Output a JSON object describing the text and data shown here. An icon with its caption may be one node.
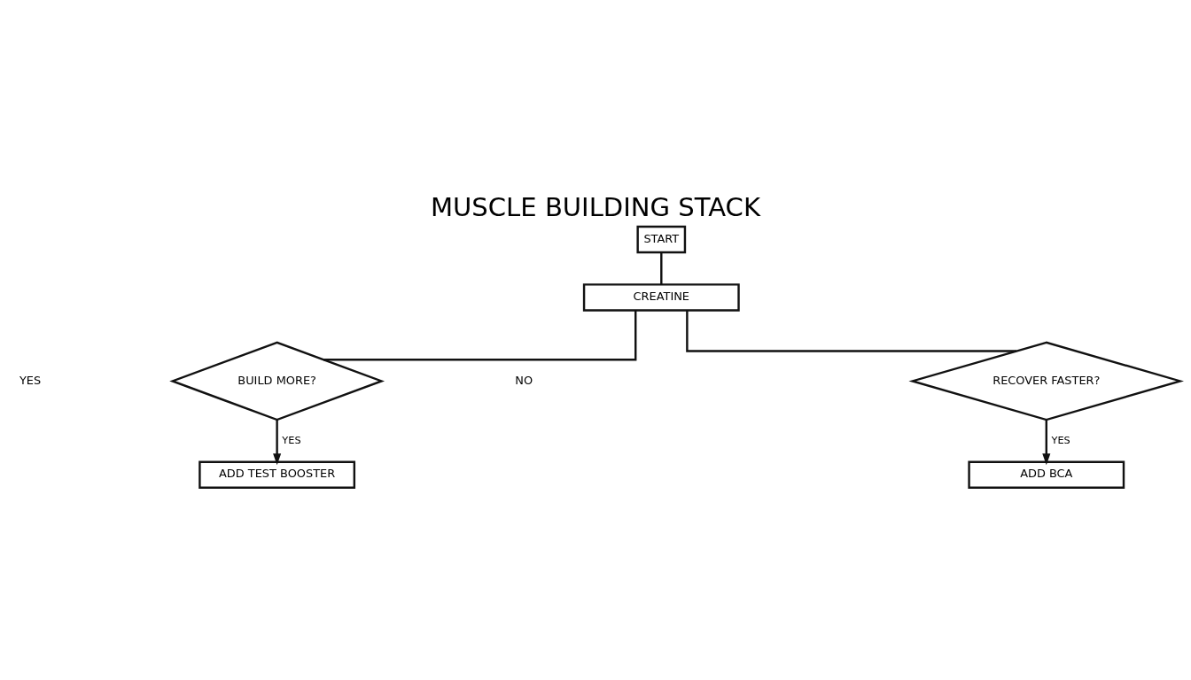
{
  "diagram": {
    "title": "MUSCLE BUILDING STACK",
    "nodes": [
      {
        "text": [
          "START"
        ]
      },
      {
        "text": [
          "CREATINE"
        ]
      },
      {
        "text": [
          "BUILD MORE?"
        ]
      },
      {
        "text": [
          "RECOVER FASTER?"
        ]
      },
      {
        "text": [
          "ADD TEST BOOSTER"
        ]
      },
      {
        "text": [
          "ADD BCA"
        ]
      }
    ],
    "edges": [
      {
        "from": 0,
        "to": 1,
        "arrow": "none"
      },
      {
        "from": 1,
        "to": 2,
        "arrow": "none"
      },
      {
        "from": 1,
        "to": 3,
        "arrow": "none"
      },
      {
        "from": 2,
        "to": 4,
        "arrow": "to",
        "label": "YES"
      },
      {
        "from": 3,
        "to": 5,
        "arrow": "to",
        "label": "YES"
      }
    ],
    "labels": [
      "NO",
      "YES"
    ]
  }
}
